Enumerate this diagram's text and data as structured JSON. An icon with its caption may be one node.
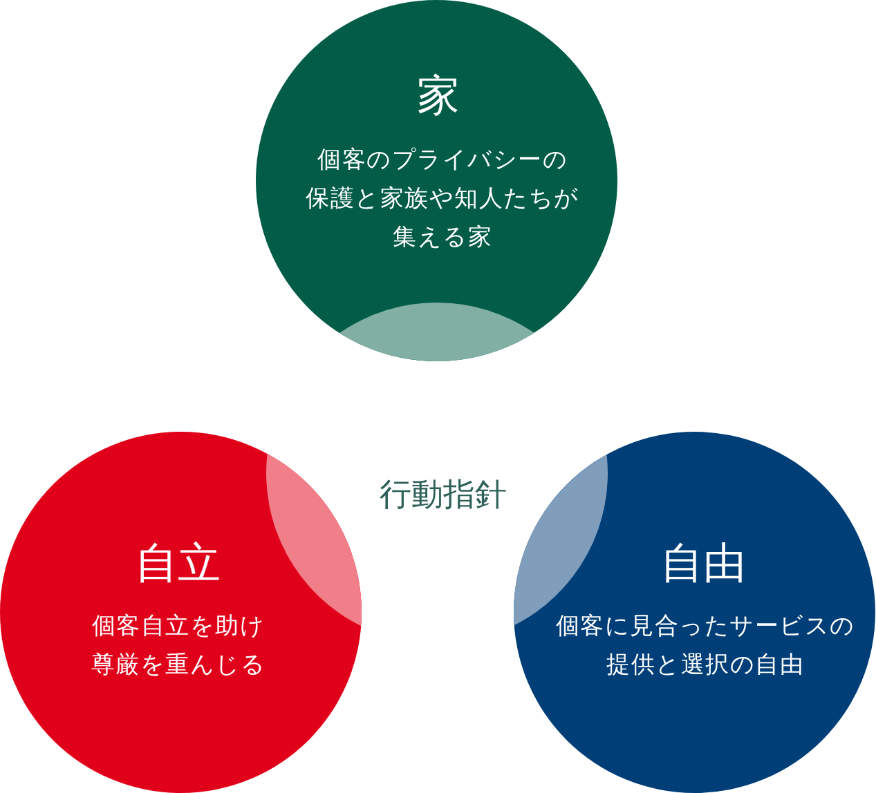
{
  "diagram": {
    "title": "行動指針",
    "nodes": [
      {
        "text": [
          "家",
          "個客のプライバシーの保護と家族や知人たちが集える家"
        ]
      },
      {
        "text": [
          "自立",
          "個客自立を助け尊厳を重んじる"
        ]
      },
      {
        "text": [
          "自由",
          "個客に見合ったサービスの提供と選択の自由"
        ]
      }
    ]
  }
}
